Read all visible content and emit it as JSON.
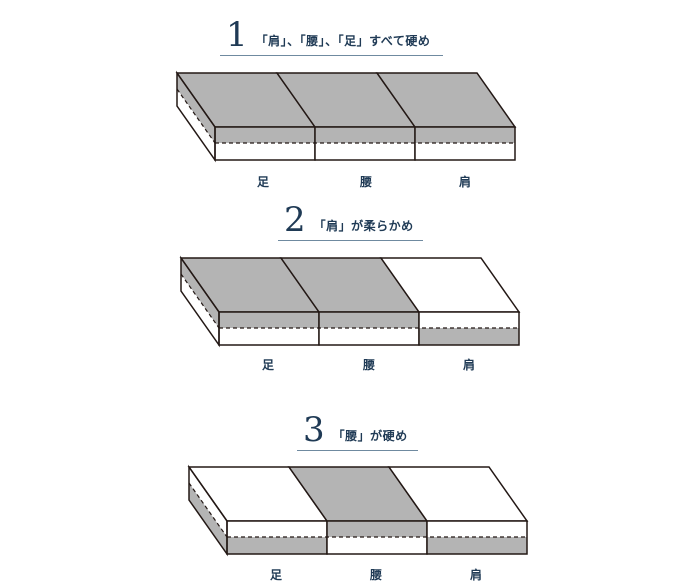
{
  "colors": {
    "navy": "#1f3a55",
    "hard": "#b4b4b4",
    "soft": "#ffffff",
    "line": "#231815"
  },
  "diagrams": [
    {
      "number": "1",
      "caption": "「肩」、「腰」、「足」すべて硬め",
      "labels": [
        "足",
        "腰",
        "肩"
      ],
      "segments": [
        {
          "name": "足",
          "top": "hard",
          "bottom": "soft"
        },
        {
          "name": "腰",
          "top": "hard",
          "bottom": "soft"
        },
        {
          "name": "肩",
          "top": "hard",
          "bottom": "soft"
        }
      ]
    },
    {
      "number": "2",
      "caption": "「肩」が柔らかめ",
      "labels": [
        "足",
        "腰",
        "肩"
      ],
      "segments": [
        {
          "name": "足",
          "top": "hard",
          "bottom": "soft"
        },
        {
          "name": "腰",
          "top": "hard",
          "bottom": "soft"
        },
        {
          "name": "肩",
          "top": "soft",
          "bottom": "hard"
        }
      ]
    },
    {
      "number": "3",
      "caption": "「腰」が硬め",
      "labels": [
        "足",
        "腰",
        "肩"
      ],
      "segments": [
        {
          "name": "足",
          "top": "soft",
          "bottom": "hard"
        },
        {
          "name": "腰",
          "top": "hard",
          "bottom": "soft"
        },
        {
          "name": "肩",
          "top": "soft",
          "bottom": "hard"
        }
      ]
    }
  ]
}
